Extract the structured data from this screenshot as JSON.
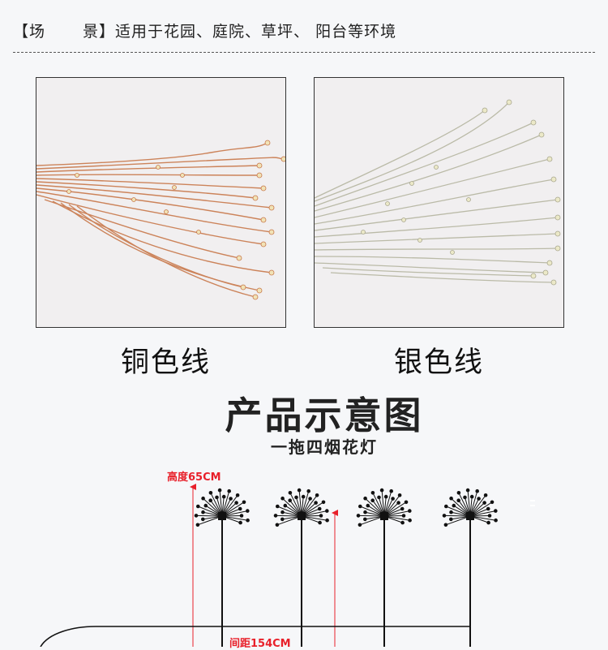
{
  "scene": {
    "open_bracket": "【场",
    "close_bracket": "景】",
    "text": "适用于花园、庭院、草坪、 阳台等环境"
  },
  "photos": {
    "copper": {
      "caption": "铜色线",
      "wire_color": "#c8784a"
    },
    "silver": {
      "caption": "银色线",
      "wire_color": "#b8b8a4"
    }
  },
  "product": {
    "title": "产品示意图",
    "subtitle": "一拖四烟花灯"
  },
  "diagram": {
    "height_label": "高度65CM",
    "spacing_label": "间距154CM",
    "lamp_count": 4,
    "accent_color": "#e8202a"
  }
}
